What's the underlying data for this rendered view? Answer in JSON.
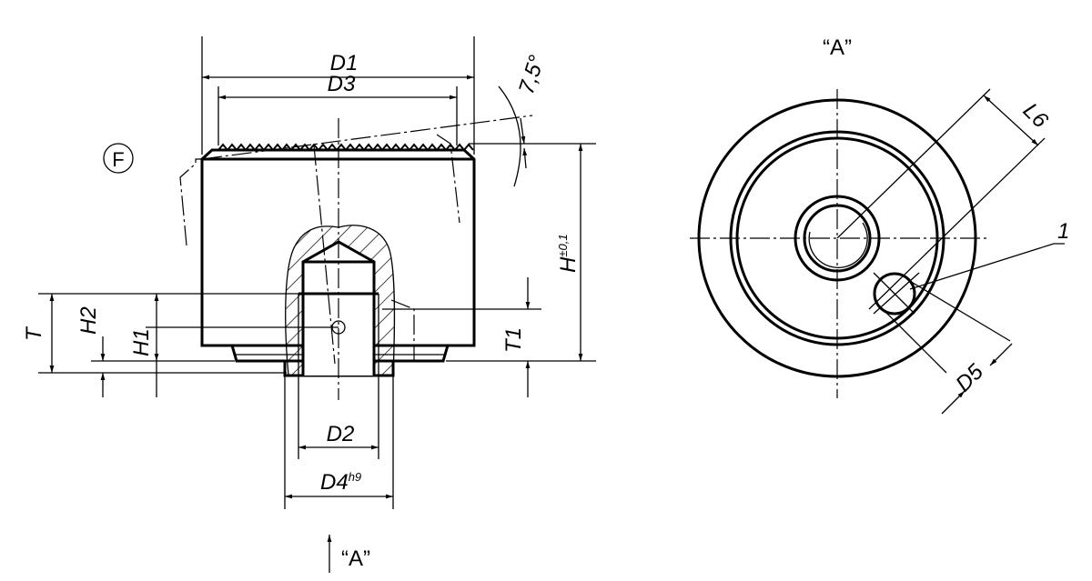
{
  "drawing": {
    "form_label": "F",
    "side_view": {
      "dimensions": {
        "d1": "D1",
        "d3": "D3",
        "angle": "7,5°",
        "h": "H",
        "h_tolerance": "±0,1",
        "t": "T",
        "h2": "H2",
        "h1": "H1",
        "t1": "T1",
        "d2": "D2",
        "d4": "D4",
        "d4_tolerance": "h9"
      },
      "view_arrow_label": "“A”"
    },
    "end_view": {
      "title": "“A”",
      "dimensions": {
        "l6": "L6",
        "d5": "D5"
      },
      "callout": "1"
    }
  }
}
